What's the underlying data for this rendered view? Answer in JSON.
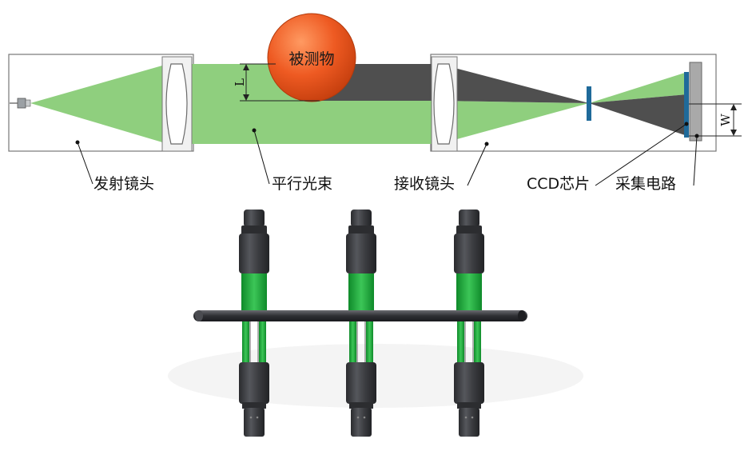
{
  "diagram": {
    "object_label": "被测物",
    "dimension_L": "L",
    "dimension_W": "W",
    "labels": {
      "emitter_lens": "发射镜头",
      "parallel_beam": "平行光束",
      "receiver_lens": "接收镜头",
      "ccd_chip": "CCD芯片",
      "acquisition_circuit": "采集电路"
    }
  },
  "colors": {
    "beam_green": "#8fcf7e",
    "shadow_gray": "#4f4f4f",
    "object_orange": "#ee5a22",
    "ccd_blue": "#1f6a9a",
    "sensor_green": "#1fa53a",
    "housing_dark": "#3c3d40"
  },
  "sensor_assembly": {
    "count": 3
  }
}
